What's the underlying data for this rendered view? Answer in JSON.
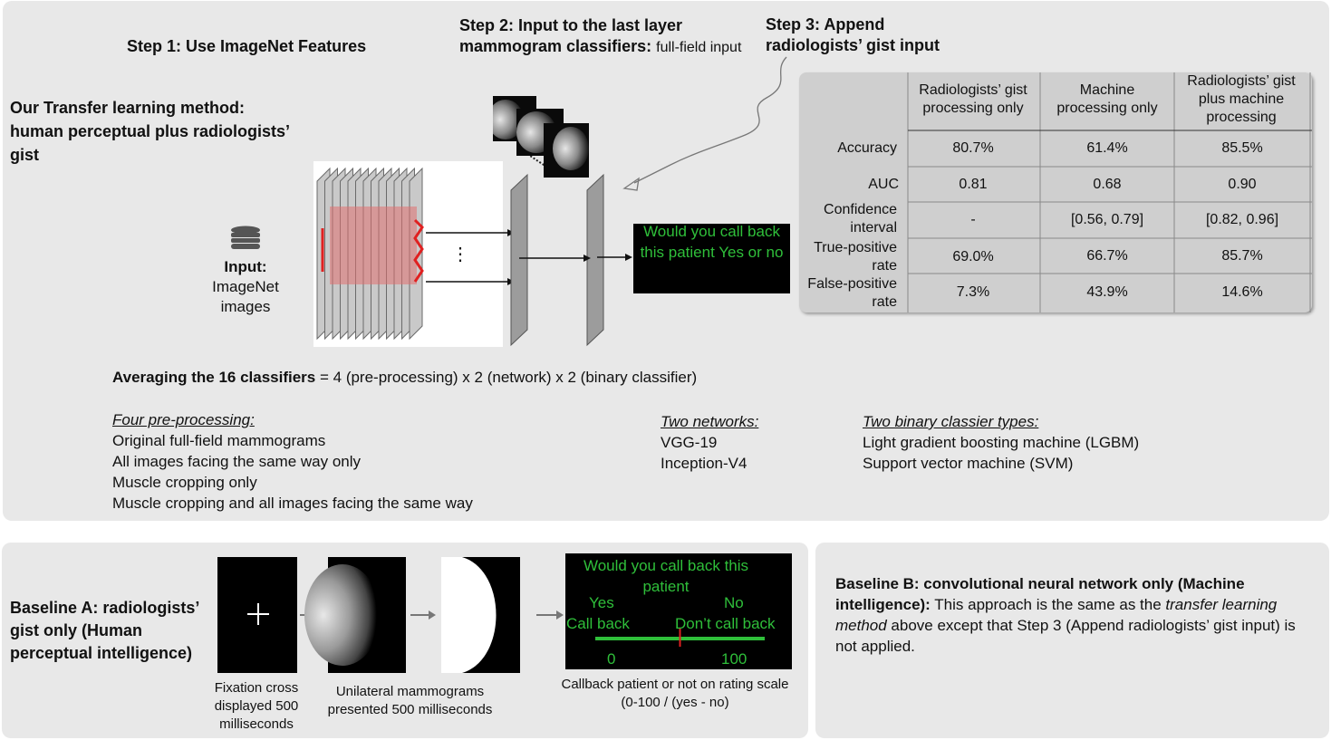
{
  "top": {
    "step1": "Step 1: Use ImageNet Features",
    "step2_bold": "Step 2: Input to the last layer mammogram classifiers:",
    "step2_rest": "full-field input",
    "step3": "Step 3: Append radiologists’ gist input",
    "method_title": "Our Transfer learning method: human perceptual plus radiologists’ gist",
    "input_label": "Input:",
    "input_desc": "ImageNet images",
    "ellipsis": "⋮",
    "question": "Would you call back this patient Yes or no",
    "averaging_bold": "Averaging the 16 classifiers",
    "averaging_rest": " = 4 (pre-processing) x 2 (network) x 2 (binary classifier)",
    "preprocessing": {
      "title": "Four pre-processing:",
      "items": [
        "Original full-field mammograms",
        "All images facing the same way only",
        "Muscle cropping only",
        "Muscle cropping and all images facing the same way"
      ]
    },
    "networks": {
      "title": "Two networks:",
      "items": [
        "VGG-19",
        "Inception-V4"
      ]
    },
    "classifiers": {
      "title": "Two binary classier types:",
      "items": [
        "Light gradient boosting machine (LGBM)",
        "Support vector machine (SVM)"
      ]
    }
  },
  "table": {
    "columns": [
      "Radiologists’ gist processing only",
      "Machine processing only",
      "Radiologists’ gist plus machine processing"
    ],
    "rows": [
      {
        "label": "Accuracy",
        "values": [
          "80.7%",
          "61.4%",
          "85.5%"
        ]
      },
      {
        "label": "AUC",
        "values": [
          "0.81",
          "0.68",
          "0.90"
        ]
      },
      {
        "label": "Confidence interval",
        "values": [
          "-",
          "[0.56, 0.79]",
          "[0.82, 0.96]"
        ]
      },
      {
        "label": "True-positive rate",
        "values": [
          "69.0%",
          "66.7%",
          "85.7%"
        ]
      },
      {
        "label": "False-positive rate",
        "values": [
          "7.3%",
          "43.9%",
          "14.6%"
        ]
      }
    ]
  },
  "baselineA": {
    "title": "Baseline A: radiologists’ gist only (Human perceptual intelligence)",
    "fixation_caption": "Fixation cross displayed 500 milliseconds",
    "mammo_caption": "Unilateral mammograms presented 500 milliseconds",
    "rating_caption": "Callback patient or not on rating scale (0-100 / (yes - no)",
    "screen_question": "Would you call back this patient",
    "yes": "Yes",
    "no": "No",
    "call_back": "Call back",
    "dont_call_back": "Don’t call back",
    "scale_min": "0",
    "scale_max": "100",
    "slider_value": 0.5
  },
  "baselineB": {
    "title_bold": "Baseline B: convolutional neural network only (Machine intelligence):",
    "text1": " This approach is the same as the ",
    "text_italic": "transfer learning method",
    "text2": " above except that Step 3 (Append radiologists’ gist input) is not applied."
  }
}
